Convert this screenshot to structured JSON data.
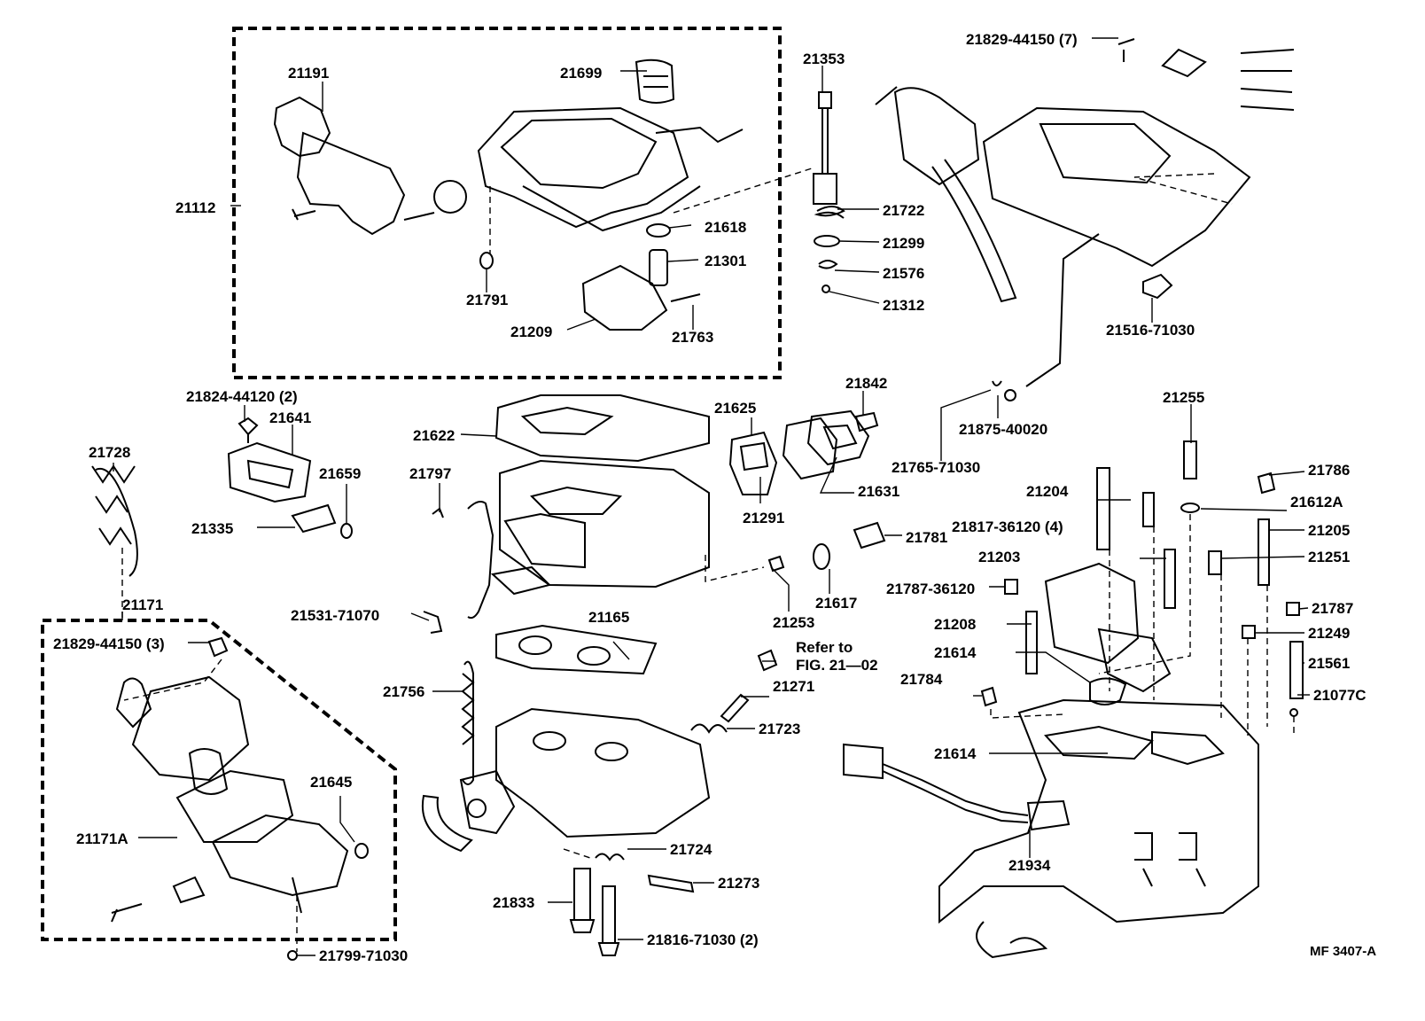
{
  "diagram": {
    "callouts": {
      "c21191": "21191",
      "c21699": "21699",
      "c21353": "21353",
      "c21829_44150_7": "21829-44150 (7)",
      "c21112": "21112",
      "c21722": "21722",
      "c21618": "21618",
      "c21299": "21299",
      "c21301": "21301",
      "c21576": "21576",
      "c21791": "21791",
      "c21312": "21312",
      "c21209": "21209",
      "c21763": "21763",
      "c21516_71030": "21516-71030",
      "c21824_44120_2": "21824-44120 (2)",
      "c21842": "21842",
      "c21641": "21641",
      "c21625": "21625",
      "c21255": "21255",
      "c21622": "21622",
      "c21875_40020": "21875-40020",
      "c21728": "21728",
      "c21659": "21659",
      "c21797": "21797",
      "c21765_71030": "21765-71030",
      "c21786": "21786",
      "c21631": "21631",
      "c21204": "21204",
      "c21291": "21291",
      "c21612A": "21612A",
      "c21335": "21335",
      "c21817_36120_4": "21817-36120 (4)",
      "c21205": "21205",
      "c21781": "21781",
      "c21203": "21203",
      "c21251": "21251",
      "c21787_36120": "21787-36120",
      "c21617": "21617",
      "c21171": "21171",
      "c21531_71070": "21531-71070",
      "c21787": "21787",
      "c21165": "21165",
      "c21253": "21253",
      "c21208": "21208",
      "c21829_44150_3": "21829-44150 (3)",
      "c21249": "21249",
      "refer_line1": "Refer to",
      "refer_line2": "FIG. 21—02",
      "c21614a": "21614",
      "c21561": "21561",
      "c21756": "21756",
      "c21784": "21784",
      "c21271": "21271",
      "c21077C": "21077C",
      "c21723": "21723",
      "c21614b": "21614",
      "c21645": "21645",
      "c21171A": "21171A",
      "c21934": "21934",
      "c21724": "21724",
      "c21273": "21273",
      "c21833": "21833",
      "c21816_71030_2": "21816-71030 (2)",
      "c21799_71030": "21799-71030",
      "figure_code": "MF 3407-A"
    }
  }
}
